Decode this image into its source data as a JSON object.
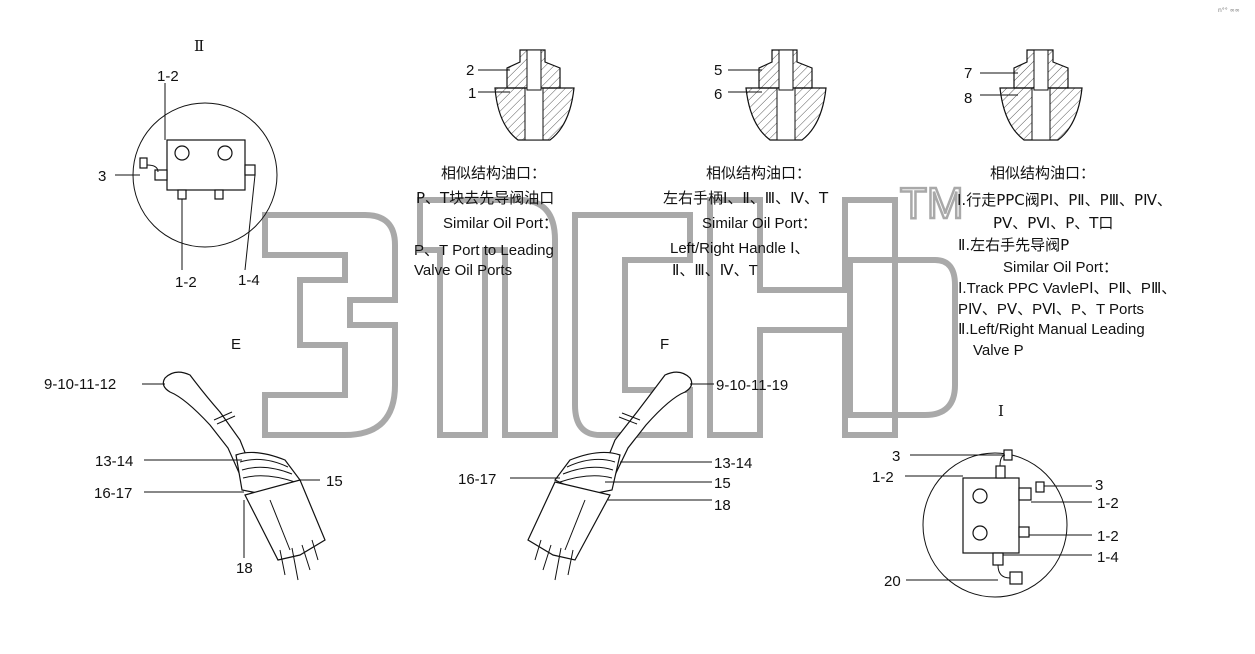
{
  "views": {
    "ii": "Ⅱ",
    "e": "E",
    "f": "F",
    "i": "Ⅰ"
  },
  "block_ii": {
    "top": "1-2",
    "left": "3",
    "bottom_left": "1-2",
    "bottom_right": "1-4"
  },
  "port_labels": {
    "p2": "2",
    "p1": "1",
    "p5": "5",
    "p6": "6",
    "p7": "7",
    "p8": "8"
  },
  "note1": {
    "cn_title": "相似结构油口：",
    "cn_body": "P、T块去先导阀油口",
    "en_title": "Similar Oil Port：",
    "en_line1": "P、T Port to Leading",
    "en_line2": "Valve Oil Ports"
  },
  "note2": {
    "cn_title": "相似结构油口：",
    "cn_body": "左右手柄Ⅰ、Ⅱ、Ⅲ、Ⅳ、T",
    "en_title": "Similar Oil Port：",
    "en_line1": "Left/Right Handle Ⅰ、",
    "en_line2": "Ⅱ、Ⅲ、Ⅳ、T"
  },
  "note3": {
    "cn_title": "相似结构油口：",
    "cn_line1": "Ⅰ.行走PPC阀PⅠ、PⅡ、PⅢ、PⅣ、",
    "cn_line2": "PⅤ、PⅥ、P、T口",
    "cn_line3": "Ⅱ.左右手先导阀P",
    "en_title": "Similar Oil Port：",
    "en_line1": "Ⅰ.Track PPC VavlePⅠ、PⅡ、PⅢ、",
    "en_line2": "PⅣ、PⅤ、PⅥ、P、T Ports",
    "en_line3": "Ⅱ.Left/Right Manual Leading",
    "en_line4": "Valve P"
  },
  "handle_e": {
    "top": "9-10-11-12",
    "boot": "13-14",
    "ring": "16-17",
    "right": "15",
    "bottom": "18"
  },
  "handle_f": {
    "top": "9-10-11-19",
    "boot": "13-14",
    "ring": "16-17",
    "right1": "15",
    "right2": "18"
  },
  "block_i": {
    "top": "3",
    "left": "1-2",
    "r1": "3",
    "r2": "1-2",
    "r3": "1-2",
    "r4": "1-4",
    "bottom": "20"
  },
  "watermark": {
    "tm": "TM"
  },
  "corner_mark": "n°° ∞∞"
}
